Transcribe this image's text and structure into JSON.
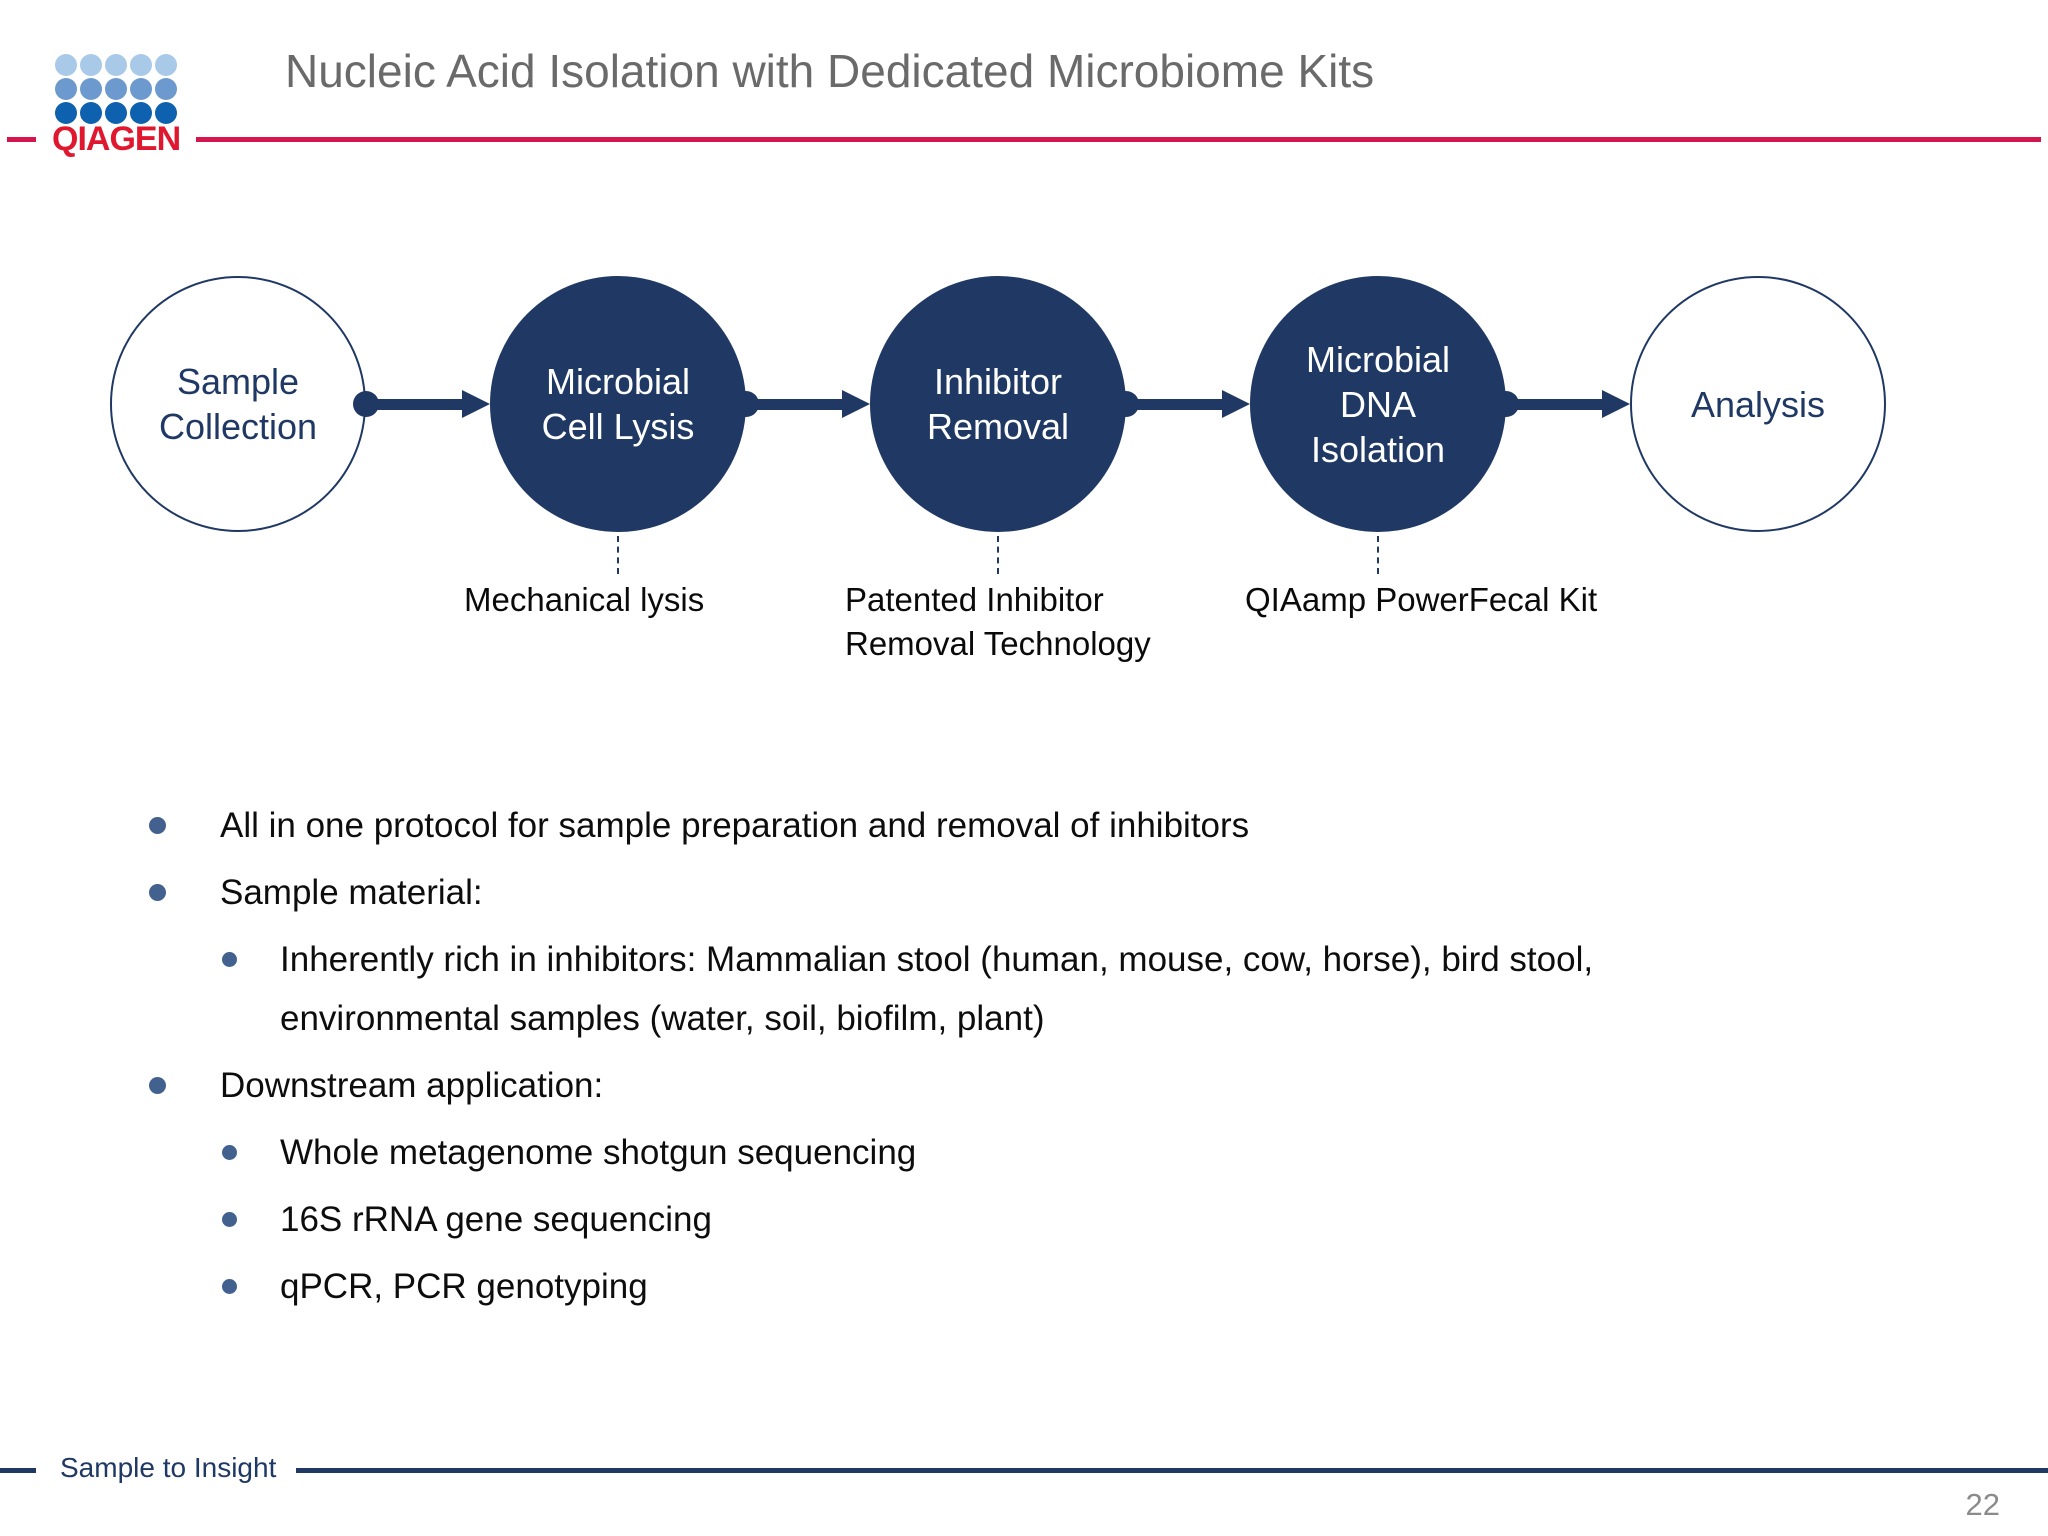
{
  "slide": {
    "title": "Nucleic Acid Isolation with Dedicated Microbiome Kits",
    "logo": {
      "wordmark": "QIAGEN"
    },
    "footer": {
      "tagline": "Sample to Insight",
      "page_number": "22"
    }
  },
  "flow": {
    "steps": [
      {
        "style": "outline",
        "lines": [
          "Sample",
          "Collection"
        ]
      },
      {
        "style": "filled",
        "lines": [
          "Microbial",
          "Cell Lysis"
        ],
        "note_lines": [
          "Mechanical lysis"
        ]
      },
      {
        "style": "filled",
        "lines": [
          "Inhibitor",
          "Removal"
        ],
        "note_lines": [
          "Patented Inhibitor",
          "Removal Technology"
        ]
      },
      {
        "style": "filled",
        "lines": [
          "Microbial",
          "DNA",
          "Isolation"
        ],
        "note_lines": [
          "QIAamp PowerFecal Kit"
        ]
      },
      {
        "style": "outline",
        "lines": [
          "Analysis"
        ]
      }
    ]
  },
  "bullets": [
    {
      "level": 1,
      "text": "All in one protocol for sample preparation and removal of inhibitors"
    },
    {
      "level": 1,
      "text": "Sample material:"
    },
    {
      "level": 2,
      "text": "Inherently rich in inhibitors: Mammalian stool (human, mouse, cow, horse), bird stool, environmental samples (water, soil, biofilm, plant)"
    },
    {
      "level": 1,
      "text": "Downstream application:"
    },
    {
      "level": 2,
      "text": "Whole metagenome shotgun sequencing"
    },
    {
      "level": 2,
      "text": "16S rRNA gene sequencing"
    },
    {
      "level": 2,
      "text": "qPCR, PCR genotyping"
    }
  ],
  "colors": {
    "navy": "#1f3864",
    "header_rule_red": "#d5164e",
    "logo_red": "#e0182f",
    "title_gray": "#6a6a6a",
    "bullet_dot_blue": "#42618f",
    "page_number_gray": "#8b8b8b",
    "logo_dot_rows": [
      "#a9c9e9",
      "#6d9ace",
      "#0d61ae"
    ]
  }
}
